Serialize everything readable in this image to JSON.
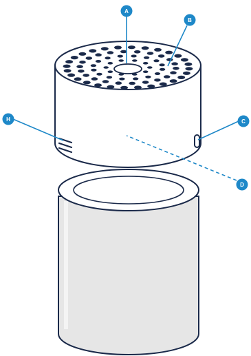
{
  "colors": {
    "accent": "#1e88c8",
    "outline": "#1b2a4a",
    "base_fill": "#e6e6e6",
    "body_fill": "#ffffff",
    "holes": "#1b2a4a"
  },
  "callouts": {
    "a": {
      "letter": "A"
    },
    "b": {
      "letter": "B"
    },
    "c": {
      "letter": "C"
    },
    "d": {
      "letter": "D"
    },
    "h": {
      "letter": "H"
    }
  }
}
